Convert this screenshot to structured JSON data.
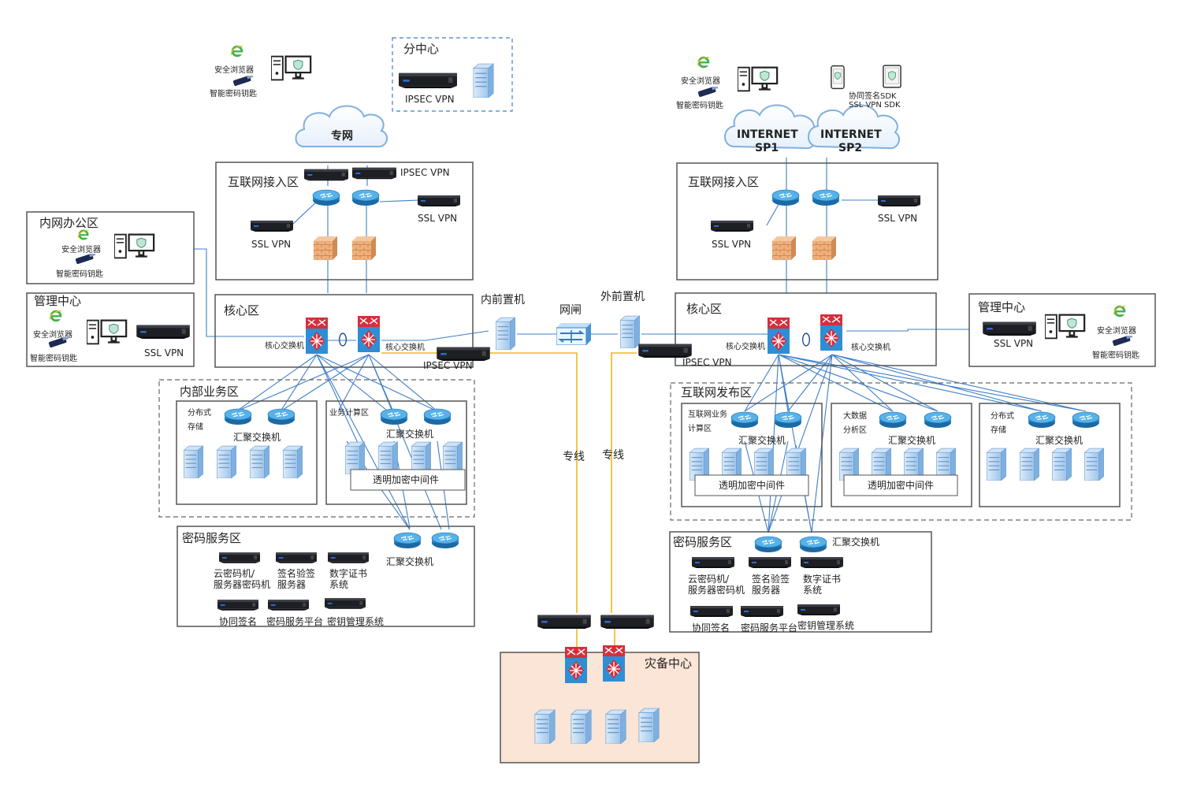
{
  "zones": {
    "branch": "分中心",
    "left_internet": "互联网接入区",
    "right_internet": "互联网接入区",
    "intranet_office": "内网办公区",
    "mgmt_left": "管理中心",
    "mgmt_right": "管理中心",
    "core_left": "核心区",
    "core_right": "核心区",
    "internal_biz": "内部业务区",
    "internet_publish": "互联网发布区",
    "crypto_left": "密码服务区",
    "crypto_right": "密码服务区",
    "dr": "灾备中心"
  },
  "clouds": {
    "private_net": "专网",
    "sp1_line1": "INTERNET",
    "sp1_line2": "SP1",
    "sp2_line1": "INTERNET",
    "sp2_line2": "SP2"
  },
  "labels": {
    "safe_browser": "安全浏览器",
    "smart_key": "智能密码钥匙",
    "ipsec_vpn": "IPSEC VPN",
    "ssl_vpn": "SSL VPN",
    "core_switch": "核心交换机",
    "agg_switch": "汇聚交换机",
    "dist_storage_1": "分布式",
    "dist_storage_2": "存储",
    "biz_compute": "业务计算区",
    "transparent_mw": "透明加密中间件",
    "inet_biz_1": "互联网业务",
    "inet_biz_2": "计算区",
    "bigdata_1": "大数据",
    "bigdata_2": "分析区",
    "inner_front": "内前置机",
    "gateway": "网闸",
    "outer_front": "外前置机",
    "leased_line": "专线",
    "sdk_1": "协同签名SDK",
    "sdk_2": "SSL VPN SDK",
    "cloud_crypto_1": "云密码机/",
    "cloud_crypto_2": "服务器密码机",
    "sign_verify_1": "签名验签",
    "sign_verify_2": "服务器",
    "cert_1": "数字证书",
    "cert_2": "系统",
    "co_sign": "协同签名",
    "crypto_platform": "密码服务平台",
    "key_mgmt": "密钥管理系统"
  },
  "colors": {
    "link_blue": "#3f7fc8",
    "link_yellow": "#f2b818",
    "zone_border": "#555555",
    "dr_fill": "#fbe5d6",
    "router": "#2e8fd0",
    "core_switch_red": "#d8303a",
    "server_blue": "#9cc3e8",
    "firewall": "#e7a36a",
    "ie_green": "#3db44a"
  },
  "icons": [
    "ie-browser-icon",
    "usb-key-icon",
    "pc-icon",
    "server-icon",
    "vpn-appliance-icon",
    "router-icon",
    "core-switch-icon",
    "firewall-icon",
    "gateway-icon",
    "cloud-icon",
    "phone-icon",
    "tablet-icon"
  ]
}
